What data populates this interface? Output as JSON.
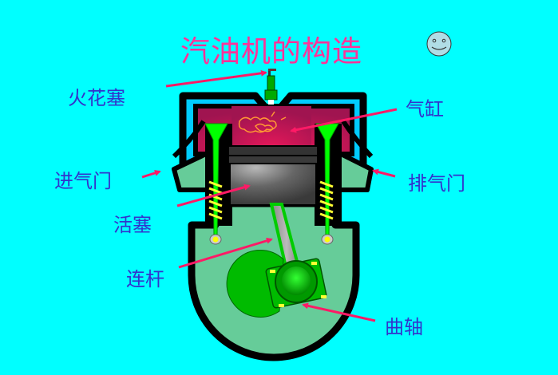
{
  "title": "汽油机的构造",
  "labels": {
    "spark_plug": "火花塞",
    "cylinder": "气缸",
    "intake_valve": "进气门",
    "exhaust_valve": "排气门",
    "piston": "活塞",
    "connecting_rod": "连杆",
    "crankshaft": "曲轴"
  },
  "icons": {
    "smiley": "smiley-face-icon"
  },
  "colors": {
    "background": "#00ffff",
    "title": "#ff3399",
    "label": "#3333cc",
    "arrow": "#ff1a66",
    "combustion_chamber": "#d81b5c",
    "crankcase": "#66cc99",
    "water_jacket": "#00ccff",
    "valve": "#00ff00",
    "spring": "#ffff33",
    "piston": "#555555"
  }
}
